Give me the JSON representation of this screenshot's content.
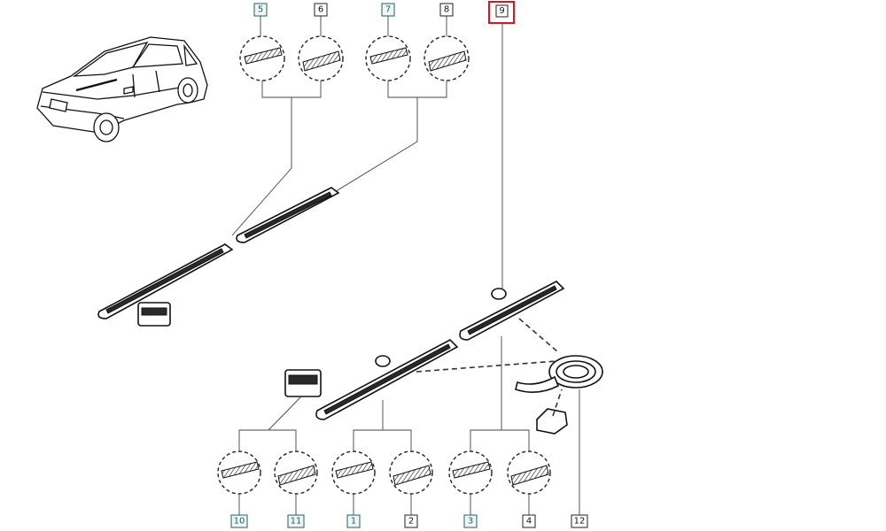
{
  "diagram": {
    "highlight_color": "#e0131b",
    "callouts": [
      {
        "label": "5",
        "linked": true
      },
      {
        "label": "6",
        "linked": false
      },
      {
        "label": "7",
        "linked": true
      },
      {
        "label": "8",
        "linked": false
      },
      {
        "label": "9",
        "linked": false,
        "highlighted": true
      },
      {
        "label": "10",
        "linked": true
      },
      {
        "label": "11",
        "linked": true
      },
      {
        "label": "1",
        "linked": true
      },
      {
        "label": "2",
        "linked": false
      },
      {
        "label": "3",
        "linked": true
      },
      {
        "label": "4",
        "linked": false
      },
      {
        "label": "12",
        "linked": false
      }
    ]
  }
}
